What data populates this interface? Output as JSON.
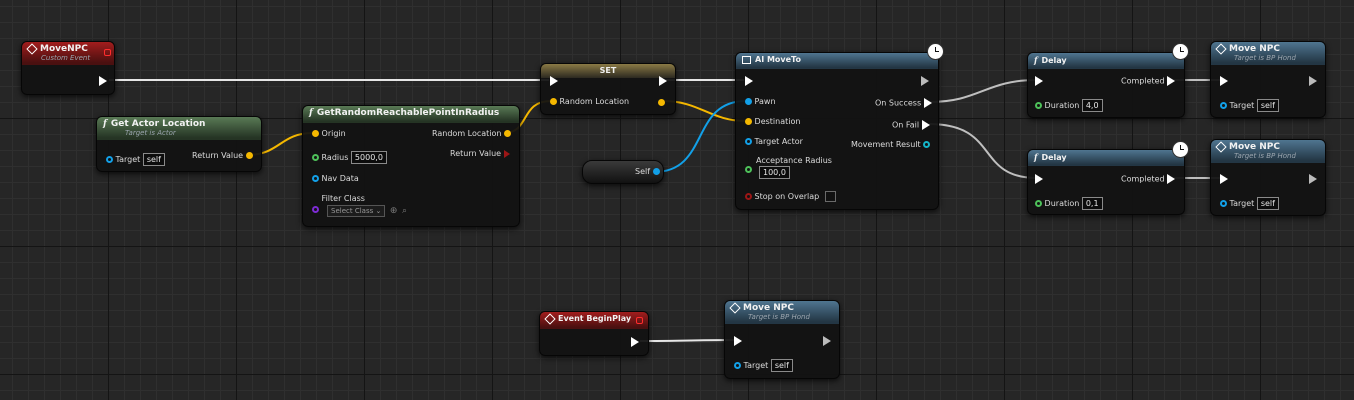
{
  "nodes": {
    "move_npc_event": {
      "title": "MoveNPC",
      "subtitle": "Custom Event"
    },
    "get_actor_location": {
      "title": "Get Actor Location",
      "subtitle": "Target is Actor",
      "target_label": "Target",
      "target_value": "self",
      "return_label": "Return Value"
    },
    "get_random_point": {
      "title": "GetRandomReachablePointInRadius",
      "origin_label": "Origin",
      "random_location_label": "Random Location",
      "radius_label": "Radius",
      "radius_value": "5000,0",
      "return_label": "Return Value",
      "nav_data_label": "Nav Data",
      "filter_class_label": "Filter Class",
      "filter_class_value": "Select Class"
    },
    "set_node": {
      "title": "SET",
      "random_location_label": "Random Location"
    },
    "self_node": {
      "label": "Self"
    },
    "ai_move_to": {
      "title": "AI MoveTo",
      "pawn_label": "Pawn",
      "on_success_label": "On Success",
      "destination_label": "Destination",
      "on_fail_label": "On Fail",
      "target_actor_label": "Target Actor",
      "movement_result_label": "Movement Result",
      "acceptance_radius_label": "Acceptance Radius",
      "acceptance_radius_value": "100,0",
      "stop_on_overlap_label": "Stop on Overlap"
    },
    "delay_top": {
      "title": "Delay",
      "completed_label": "Completed",
      "duration_label": "Duration",
      "duration_value": "4,0"
    },
    "delay_bottom": {
      "title": "Delay",
      "completed_label": "Completed",
      "duration_label": "Duration",
      "duration_value": "0,1"
    },
    "move_npc_call_top": {
      "title": "Move NPC",
      "subtitle": "Target is BP Hond",
      "target_label": "Target",
      "target_value": "self"
    },
    "move_npc_call_mid": {
      "title": "Move NPC",
      "subtitle": "Target is BP Hond",
      "target_label": "Target",
      "target_value": "self"
    },
    "event_begin_play": {
      "title": "Event BeginPlay"
    },
    "move_npc_call_bottom": {
      "title": "Move NPC",
      "subtitle": "Target is BP Hond",
      "target_label": "Target",
      "target_value": "self"
    }
  },
  "colors": {
    "exec_wire": "#e6e6e6",
    "vector_wire": "#f5b800",
    "object_wire": "#12a0e8",
    "event_header": "#a21d1d",
    "function_header": "#4f7590",
    "pure_function_header": "#597a55"
  }
}
